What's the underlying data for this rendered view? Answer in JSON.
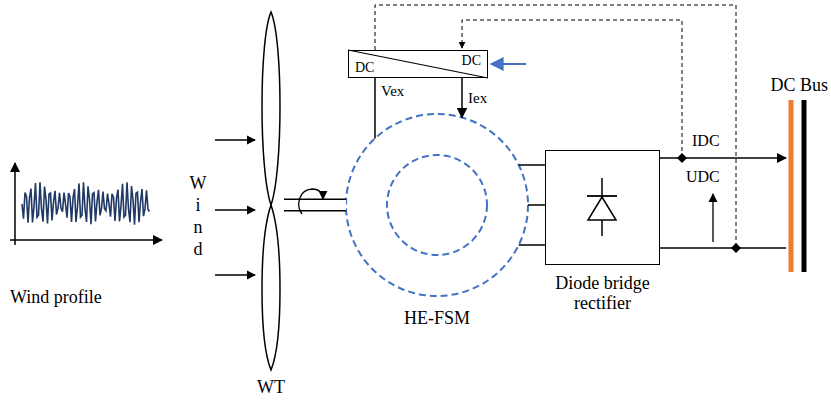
{
  "diagram": {
    "nodes": [
      {
        "text": [
          "Wind profile"
        ]
      },
      {
        "text": [
          "WT"
        ]
      },
      {
        "text": [
          "DC",
          "DC"
        ]
      },
      {
        "text": [
          "HE-FSM"
        ]
      },
      {
        "text": [
          "Diode bridge rectifier"
        ]
      },
      {
        "text": [
          "DC Bus"
        ]
      }
    ],
    "edges": [
      {
        "from": 1,
        "to": 3,
        "arrow": "none"
      },
      {
        "from": 3,
        "to": 4,
        "arrow": "none"
      },
      {
        "from": 3,
        "to": 4,
        "arrow": "none"
      },
      {
        "from": 3,
        "to": 4,
        "arrow": "none"
      },
      {
        "from": 2,
        "to": 3,
        "arrow": "none"
      },
      {
        "from": 2,
        "to": 3,
        "arrow": "to"
      },
      {
        "from": 4,
        "to": 5,
        "label": "IDC",
        "arrow": "to"
      },
      {
        "from": 4,
        "to": 5,
        "arrow": "none"
      }
    ],
    "labels": [
      "W i n d",
      "Vex",
      "Iex",
      "UDC"
    ]
  }
}
